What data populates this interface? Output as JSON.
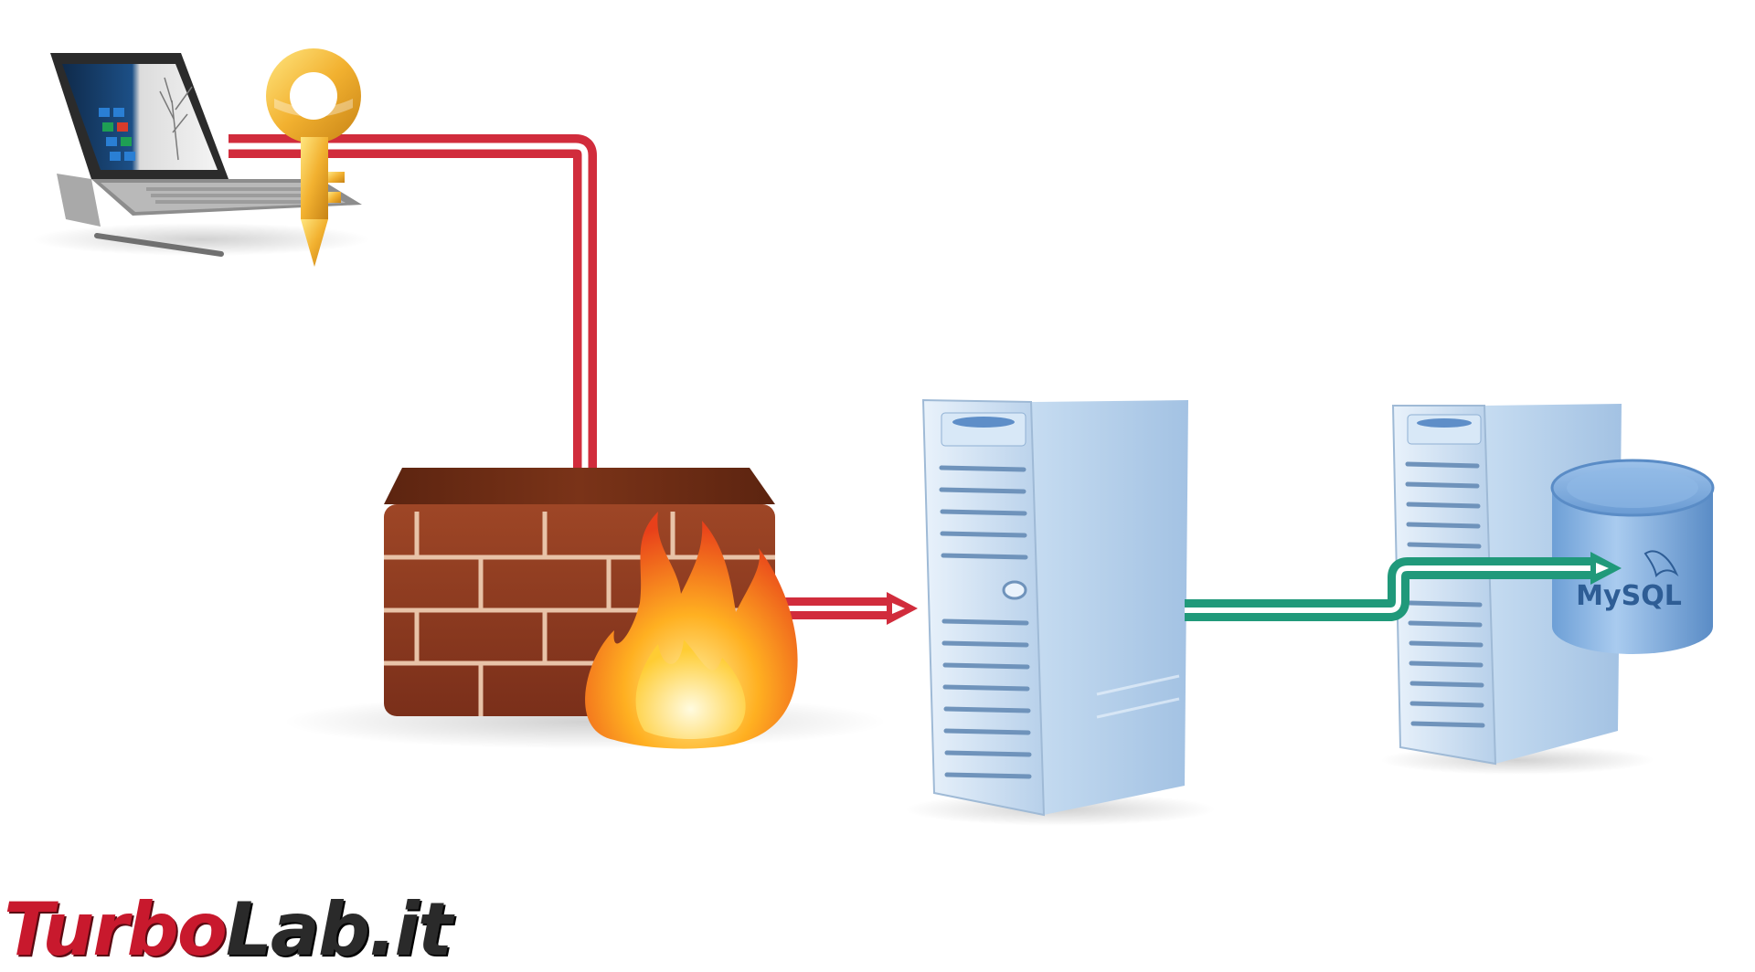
{
  "watermark": {
    "part1": "Turbo",
    "part2": "Lab.it"
  },
  "database_label": "MySQL",
  "nodes": [
    {
      "id": "laptop",
      "icon": "laptop-icon"
    },
    {
      "id": "key",
      "icon": "key-icon"
    },
    {
      "id": "firewall",
      "icon": "firewall-icon"
    },
    {
      "id": "web-server",
      "icon": "server-icon"
    },
    {
      "id": "db-server",
      "icon": "server-icon"
    },
    {
      "id": "database",
      "icon": "database-icon"
    }
  ],
  "connections": [
    {
      "from": "laptop",
      "to": "firewall",
      "color": "#d12c3c"
    },
    {
      "from": "firewall",
      "to": "web-server",
      "color": "#d12c3c"
    },
    {
      "from": "web-server",
      "to": "database",
      "color": "#20997a"
    }
  ],
  "colors": {
    "red_link": "#d12c3c",
    "green_link": "#20997a",
    "brick": "#8f3b20",
    "server": "#b9d3ec",
    "database": "#7fb0e2",
    "watermark_red": "#c8192d",
    "watermark_dark": "#2a2a2a"
  }
}
